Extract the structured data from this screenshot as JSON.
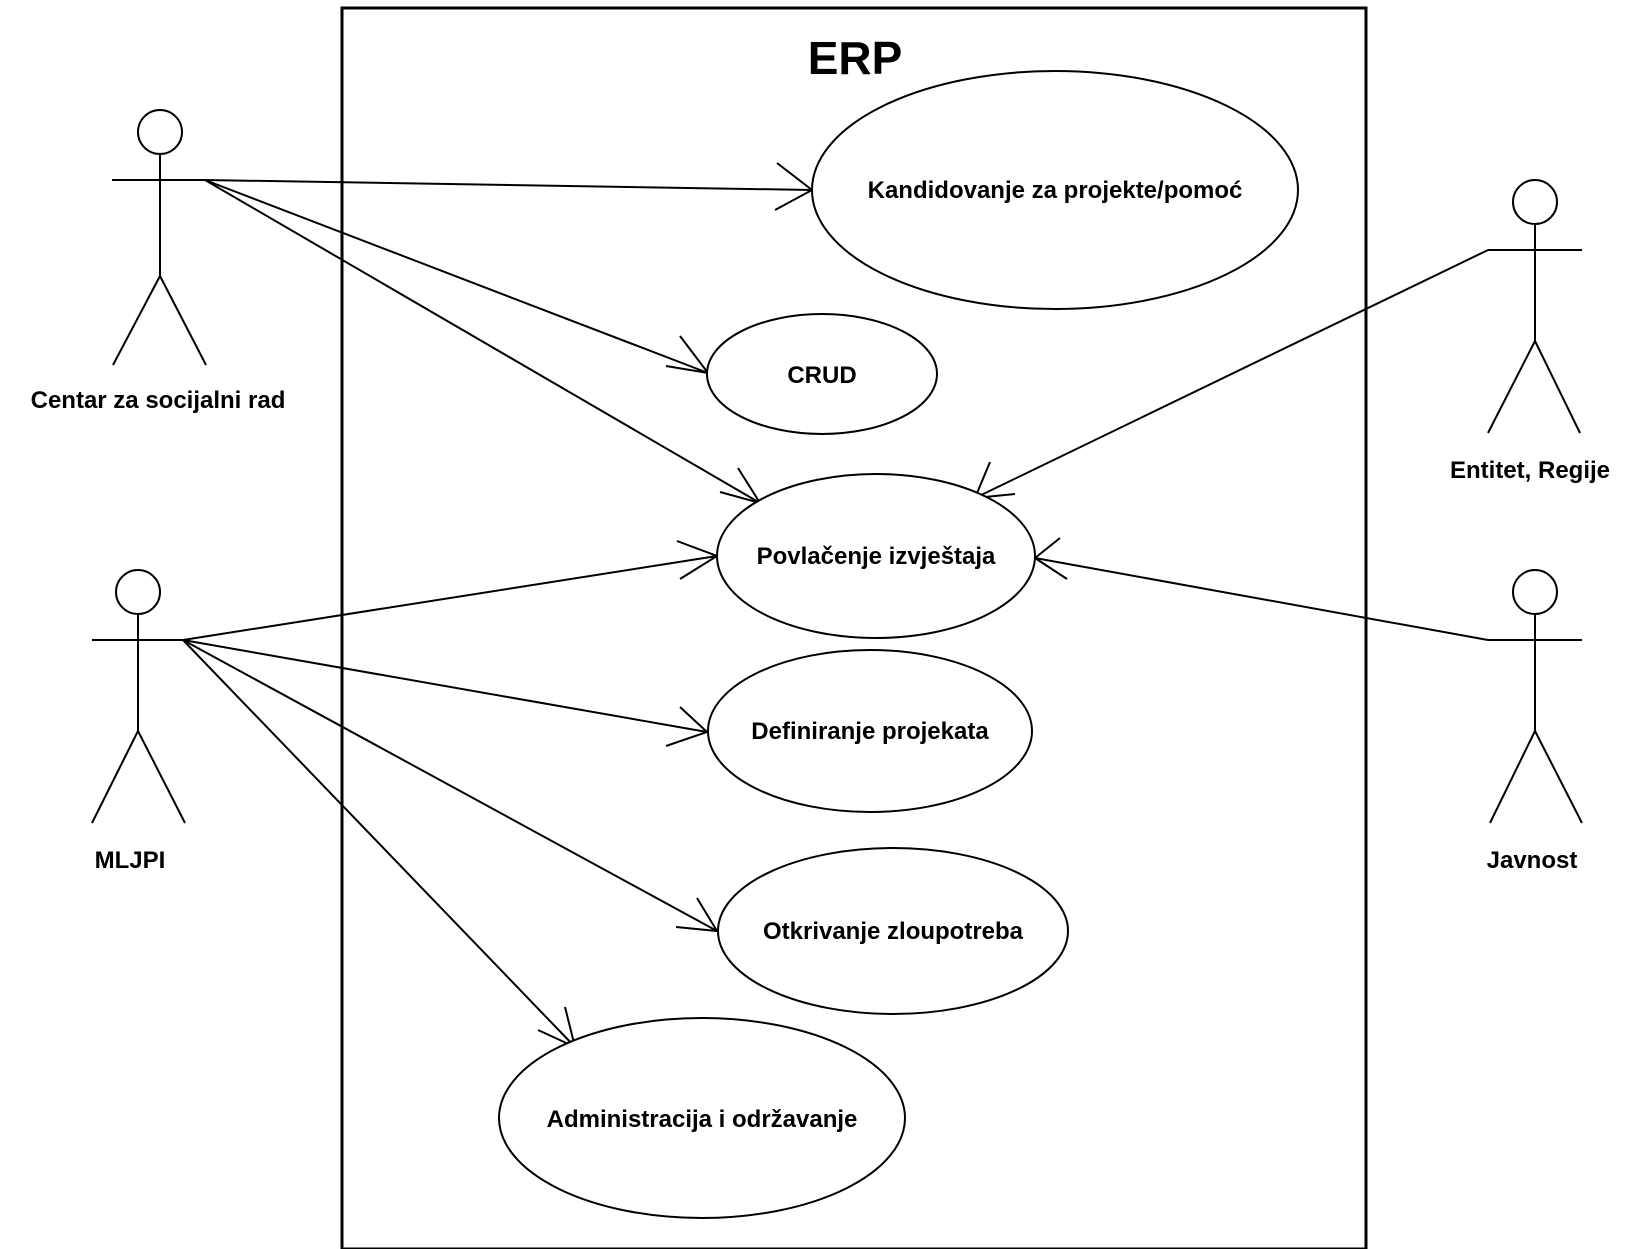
{
  "system": {
    "title": "ERP"
  },
  "actors": {
    "centar": {
      "label": "Centar za socijalni rad"
    },
    "mljpi": {
      "label": "MLJPI"
    },
    "entitet": {
      "label": "Entitet, Regije"
    },
    "javnost": {
      "label": "Javnost"
    }
  },
  "use_cases": {
    "kandidovanje": {
      "label": "Kandidovanje za projekte/pomoć"
    },
    "crud": {
      "label": "CRUD"
    },
    "povlacenje": {
      "label": "Povlačenje izvještaja"
    },
    "definiranje": {
      "label": "Definiranje projekata"
    },
    "otkrivanje": {
      "label": "Otkrivanje zloupotreba"
    },
    "administracija": {
      "label": "Administracija i održavanje"
    }
  },
  "associations": [
    {
      "from": "Centar za socijalni rad",
      "to": "Kandidovanje za projekte/pomoć"
    },
    {
      "from": "Centar za socijalni rad",
      "to": "CRUD"
    },
    {
      "from": "Centar za socijalni rad",
      "to": "Povlačenje izvještaja"
    },
    {
      "from": "Entitet, Regije",
      "to": "Povlačenje izvještaja"
    },
    {
      "from": "MLJPI",
      "to": "Povlačenje izvještaja"
    },
    {
      "from": "Javnost",
      "to": "Povlačenje izvještaja"
    },
    {
      "from": "MLJPI",
      "to": "Definiranje projekata"
    },
    {
      "from": "MLJPI",
      "to": "Otkrivanje zloupotreba"
    },
    {
      "from": "MLJPI",
      "to": "Administracija i održavanje"
    }
  ]
}
